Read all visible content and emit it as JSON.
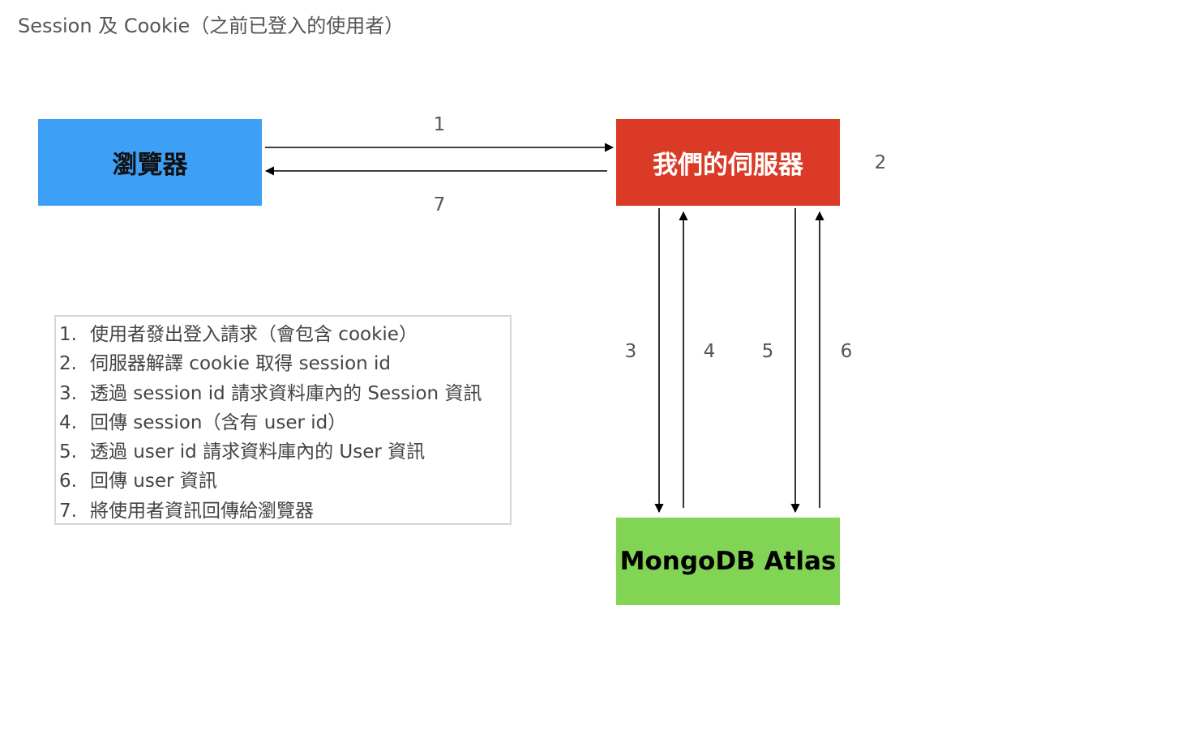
{
  "title": "Session 及 Cookie（之前已登入的使用者）",
  "nodes": {
    "browser": {
      "label": "瀏覽器",
      "color": "#3d9ff6"
    },
    "server": {
      "label": "我們的伺服器",
      "color": "#db3b26"
    },
    "database": {
      "label": "MongoDB Atlas",
      "color": "#82d454"
    }
  },
  "arrow_labels": {
    "a1": "1",
    "a2": "2",
    "a3": "3",
    "a4": "4",
    "a5": "5",
    "a6": "6",
    "a7": "7"
  },
  "steps": [
    {
      "num": "1.",
      "text": "使用者發出登入請求（會包含 cookie）"
    },
    {
      "num": "2.",
      "text": "伺服器解譯 cookie 取得 session id"
    },
    {
      "num": "3.",
      "text": "透過 session id 請求資料庫內的 Session 資訊"
    },
    {
      "num": "4.",
      "text": "回傳 session（含有 user id）"
    },
    {
      "num": "5.",
      "text": "透過 user id 請求資料庫內的 User 資訊"
    },
    {
      "num": "6.",
      "text": "回傳 user 資訊"
    },
    {
      "num": "7.",
      "text": "將使用者資訊回傳給瀏覽器"
    }
  ]
}
